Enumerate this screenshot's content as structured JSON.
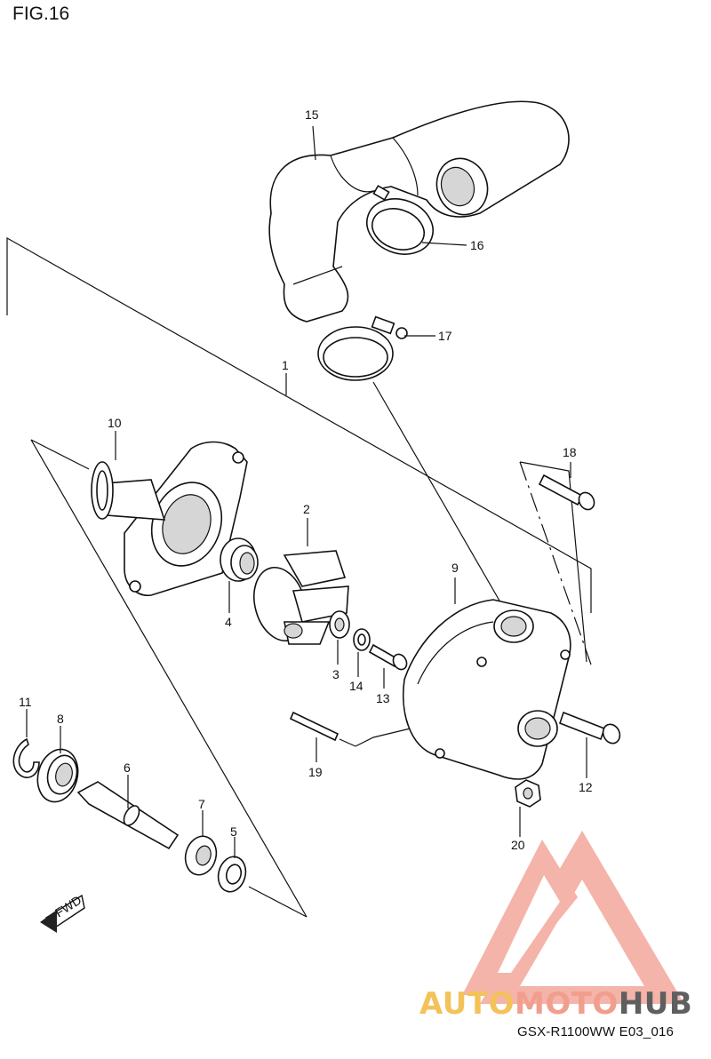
{
  "figure": {
    "title": "FIG.16",
    "footer_code": "GSX-R1100WW  E03_016",
    "fwd_label": "FWD"
  },
  "watermark": {
    "part1": "AUTO",
    "part2": "MOTO",
    "part3": "HUB",
    "colors": {
      "auto": "#f3c25a",
      "moto": "#f29e8e",
      "hub": "#5f5f5f",
      "logo": "#f4a79b"
    }
  },
  "callouts": [
    "1",
    "2",
    "3",
    "4",
    "5",
    "6",
    "7",
    "8",
    "9",
    "10",
    "11",
    "12",
    "13",
    "14",
    "15",
    "16",
    "17",
    "18",
    "19",
    "20"
  ]
}
